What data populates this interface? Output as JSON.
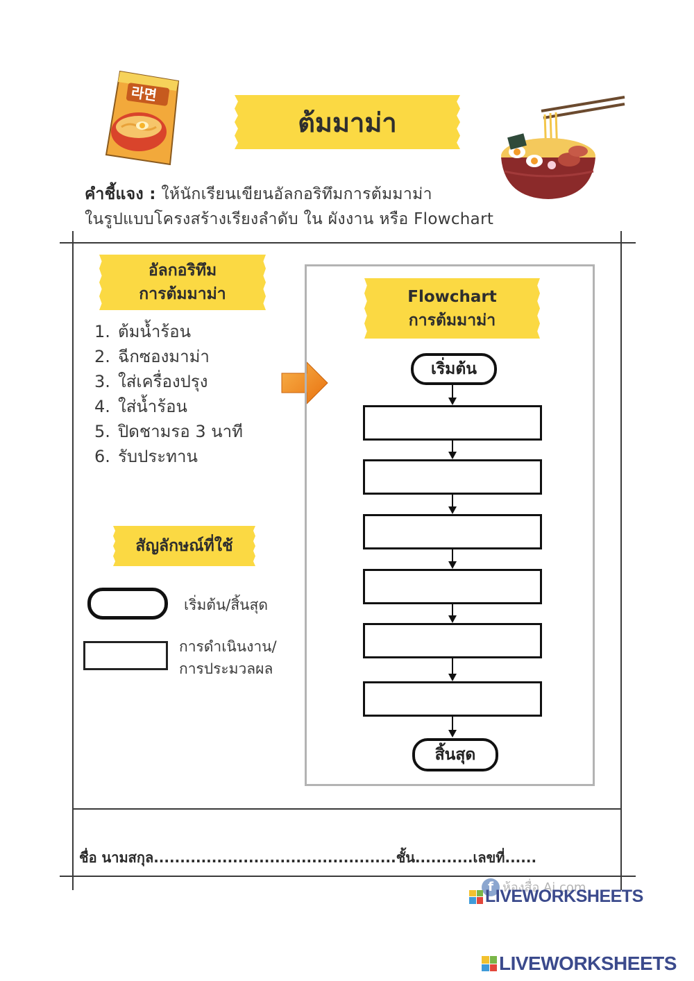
{
  "title": "ต้มมาม่า",
  "instructions": {
    "label": "คำชี้แจง :",
    "line1": "ให้นักเรียนเขียนอัลกอริทึมการต้มมาม่า",
    "line2": "ในรูปแบบโครงสร้างเรียงลำดับ ใน ผังงาน หรือ Flowchart"
  },
  "algorithm": {
    "heading_line1": "อัลกอริทึม",
    "heading_line2": "การต้มมาม่า",
    "steps": [
      {
        "num": "1.",
        "text": "ต้มน้ำร้อน"
      },
      {
        "num": "2.",
        "text": "ฉีกซองมาม่า"
      },
      {
        "num": "3.",
        "text": "ใส่เครื่องปรุง"
      },
      {
        "num": "4.",
        "text": "ใส่น้ำร้อน"
      },
      {
        "num": "5.",
        "text": "ปิดชามรอ 3 นาที"
      },
      {
        "num": "6.",
        "text": "รับประทาน"
      }
    ]
  },
  "symbols": {
    "heading": "สัญลักษณ์ที่ใช้",
    "terminal_label": "เริ่มต้น/สิ้นสุด",
    "process_label_line1": "การดำเนินงาน/",
    "process_label_line2": "การประมวลผล"
  },
  "flowchart": {
    "heading_line1": "Flowchart",
    "heading_line2": "การต้มมาม่า",
    "start": "เริ่มต้น",
    "end": "สิ้นสุด",
    "answer_boxes": [
      "",
      "",
      "",
      "",
      "",
      ""
    ]
  },
  "footer": {
    "name_line": "ชื่อ นามสกุล..............................................ชั้น...........เลขที่......"
  },
  "watermark": {
    "source": "ห้องสื่อ Ai.com",
    "brand": "LIVEWORKSHEETS"
  },
  "colors": {
    "tape": "#fbd943",
    "arrow_orange": "#f28a1c",
    "brand_blue": "#3b4a8c"
  }
}
